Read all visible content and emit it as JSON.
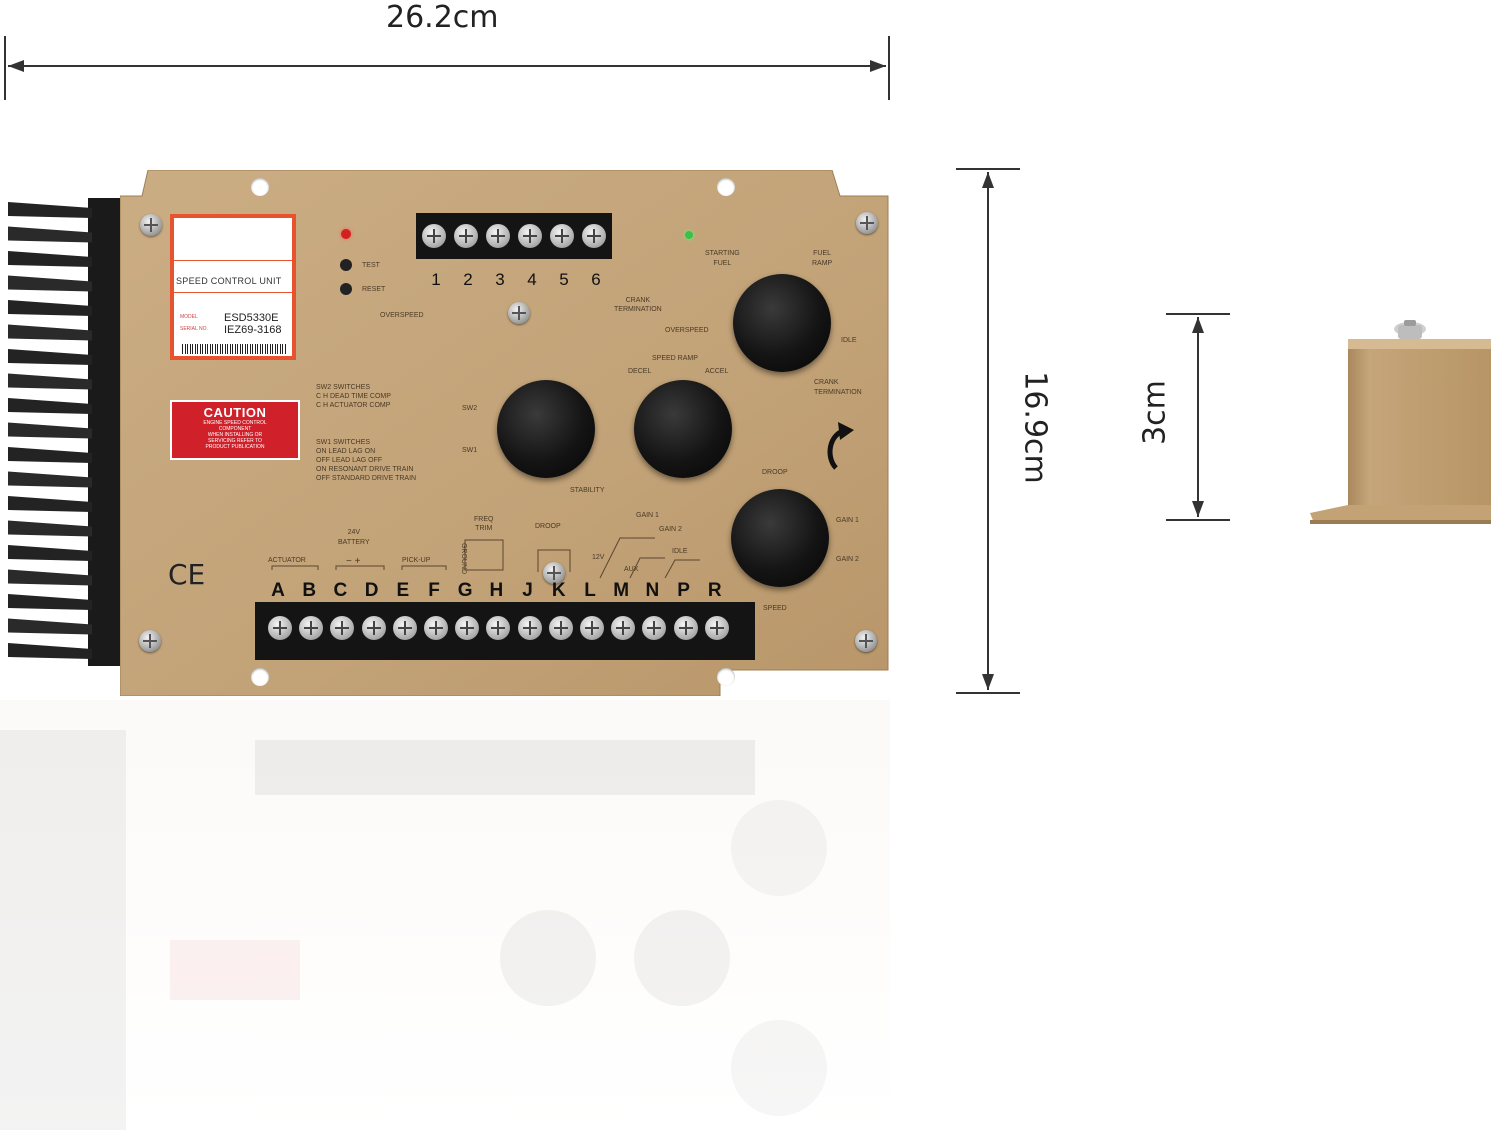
{
  "dimensions": {
    "width_label": "26.2cm",
    "height_label": "16.9cm",
    "depth_label": "3cm"
  },
  "product_label": {
    "title": "SPEED CONTROL UNIT",
    "model_key": "MODEL",
    "model_value": "ESD5330E",
    "serial_key": "SERIAL NO.",
    "serial_value": "IEZ69-3168"
  },
  "caution_label": {
    "title": "CAUTION",
    "line1": "ENGINE SPEED CONTROL",
    "line2": "COMPONENT",
    "line3": "WHEN INSTALLING OR",
    "line4": "SERVICING REFER TO",
    "line5": "PRODUCT PUBLICATION"
  },
  "switch_notes": {
    "sw2_header": "SW2 SWITCHES",
    "sw2_line1": "C  H   DEAD TIME COMP",
    "sw2_line2": "C  H   ACTUATOR COMP",
    "sw1_header": "SW1 SWITCHES",
    "sw1_line1": "ON   LEAD LAG ON",
    "sw1_line2": "OFF  LEAD LAG OFF",
    "sw1_line3": "ON   RESONANT DRIVE TRAIN",
    "sw1_line4": "OFF  STANDARD DRIVE TRAIN"
  },
  "ce_mark": "CE",
  "indicators": {
    "test": "TEST",
    "reset": "RESET",
    "overspeed": "OVERSPEED",
    "crank_termination": "CRANK\nTERMINATION"
  },
  "top_terminals": [
    "1",
    "2",
    "3",
    "4",
    "5",
    "6"
  ],
  "bottom_terminals": [
    "A",
    "B",
    "C",
    "D",
    "E",
    "F",
    "G",
    "H",
    "J",
    "K",
    "L",
    "M",
    "N",
    "P",
    "R"
  ],
  "board_labels": {
    "starting_fuel": "STARTING\nFUEL",
    "fuel_ramp": "FUEL\nRAMP",
    "overspeed_knob": "OVERSPEED",
    "idle": "IDLE",
    "crank_termination": "CRANK\nTERMINATION",
    "speed_ramp": "SPEED RAMP",
    "decel": "DECEL",
    "accel": "ACCEL",
    "sw2": "SW2",
    "sw1": "SW1",
    "stability": "STABILITY",
    "droop_top": "DROOP",
    "gain1_right": "GAIN 1",
    "gain2_right": "GAIN 2",
    "speed": "SPEED",
    "actuator": "ACTUATOR",
    "battery": "24V\nBATTERY",
    "battery_polarity": "−    +",
    "pickup": "PICK-UP",
    "freq_trim": "FREQ\nTRIM",
    "ground": "GROUND",
    "droop_mid": "DROOP",
    "gain1_mid": "GAIN 1",
    "gain2_mid": "GAIN 2",
    "v12": "12V",
    "aux": "AUX",
    "idle_mid": "IDLE"
  },
  "colors": {
    "plate": "#c4a57c",
    "plate_dark": "#a9885d",
    "heatsink": "#1e1e1e",
    "terminal_block": "#141414",
    "label_red": "#d0202a"
  }
}
